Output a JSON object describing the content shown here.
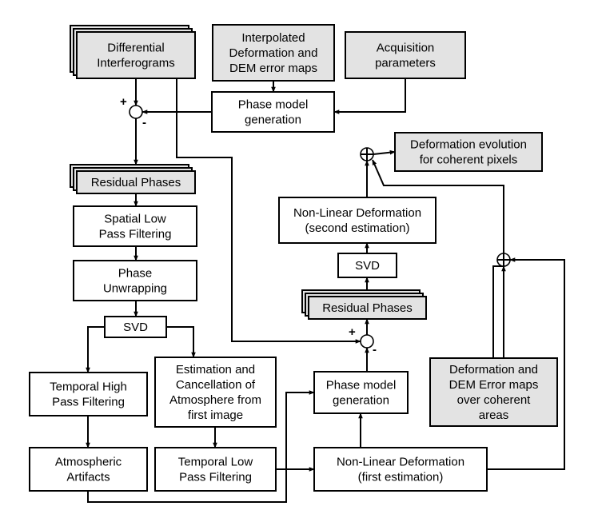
{
  "nodes": {
    "diff_ifg": {
      "lines": [
        "Differential",
        "Interferograms"
      ],
      "style": "stack-shade"
    },
    "interp_maps": {
      "lines": [
        "Interpolated",
        "Deformation and",
        "DEM error maps"
      ],
      "style": "shade"
    },
    "acq_params": {
      "lines": [
        "Acquisition",
        "parameters"
      ],
      "style": "shade"
    },
    "phase_model_1": {
      "lines": [
        "Phase model",
        "generation"
      ],
      "style": "plain"
    },
    "residual_1": {
      "lines": [
        "Residual Phases"
      ],
      "style": "stack-shade"
    },
    "spatial_lpf": {
      "lines": [
        "Spatial Low",
        "Pass Filtering"
      ],
      "style": "plain"
    },
    "unwrapping": {
      "lines": [
        "Phase",
        "Unwrapping"
      ],
      "style": "plain"
    },
    "svd_1": {
      "lines": [
        "SVD"
      ],
      "style": "plain"
    },
    "temporal_hpf": {
      "lines": [
        "Temporal High",
        "Pass Filtering"
      ],
      "style": "plain"
    },
    "est_atmo": {
      "lines": [
        "Estimation and",
        "Cancellation of",
        "Atmosphere from",
        "first image"
      ],
      "style": "plain"
    },
    "atmo_artifacts": {
      "lines": [
        "Atmospheric",
        "Artifacts"
      ],
      "style": "plain"
    },
    "temporal_lpf": {
      "lines": [
        "Temporal Low",
        "Pass Filtering"
      ],
      "style": "plain"
    },
    "nl_def_1": {
      "lines": [
        "Non-Linear Deformation",
        "(first estimation)"
      ],
      "style": "plain"
    },
    "phase_model_2": {
      "lines": [
        "Phase model",
        "generation"
      ],
      "style": "plain"
    },
    "def_dem_maps": {
      "lines": [
        "Deformation and",
        "DEM Error maps",
        "over coherent",
        "areas"
      ],
      "style": "shade"
    },
    "residual_2": {
      "lines": [
        "Residual Phases"
      ],
      "style": "stack-shade"
    },
    "svd_2": {
      "lines": [
        "SVD"
      ],
      "style": "plain"
    },
    "nl_def_2": {
      "lines": [
        "Non-Linear Deformation",
        "(second estimation)"
      ],
      "style": "plain"
    },
    "def_evolution": {
      "lines": [
        "Deformation evolution",
        "for coherent pixels"
      ],
      "style": "shade"
    }
  },
  "signs": {
    "plus": "+",
    "minus": "-"
  }
}
